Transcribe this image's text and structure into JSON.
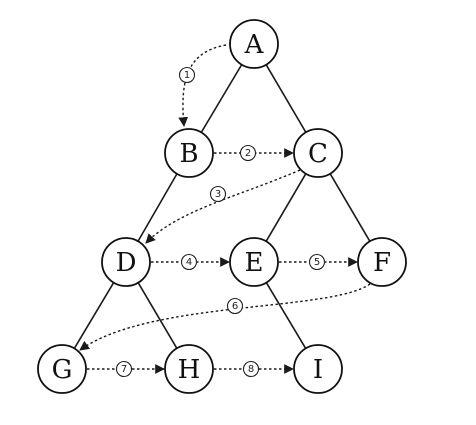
{
  "tree": {
    "nodes": [
      {
        "id": "A",
        "label": "A"
      },
      {
        "id": "B",
        "label": "B"
      },
      {
        "id": "C",
        "label": "C"
      },
      {
        "id": "D",
        "label": "D"
      },
      {
        "id": "E",
        "label": "E"
      },
      {
        "id": "F",
        "label": "F"
      },
      {
        "id": "G",
        "label": "G"
      },
      {
        "id": "H",
        "label": "H"
      },
      {
        "id": "I",
        "label": "I"
      }
    ],
    "edges": [
      {
        "from": "A",
        "to": "B"
      },
      {
        "from": "A",
        "to": "C"
      },
      {
        "from": "B",
        "to": "D"
      },
      {
        "from": "C",
        "to": "E"
      },
      {
        "from": "C",
        "to": "F"
      },
      {
        "from": "D",
        "to": "G"
      },
      {
        "from": "D",
        "to": "H"
      },
      {
        "from": "E",
        "to": "I"
      }
    ],
    "traversal": [
      {
        "step": "1",
        "from": "A",
        "to": "B"
      },
      {
        "step": "2",
        "from": "B",
        "to": "C"
      },
      {
        "step": "3",
        "from": "C",
        "to": "D"
      },
      {
        "step": "4",
        "from": "D",
        "to": "E"
      },
      {
        "step": "5",
        "from": "E",
        "to": "F"
      },
      {
        "step": "6",
        "from": "F",
        "to": "G"
      },
      {
        "step": "7",
        "from": "G",
        "to": "H"
      },
      {
        "step": "8",
        "from": "H",
        "to": "I"
      }
    ]
  },
  "colors": {
    "line": "#1a1a1a",
    "background": "#ffffff"
  }
}
